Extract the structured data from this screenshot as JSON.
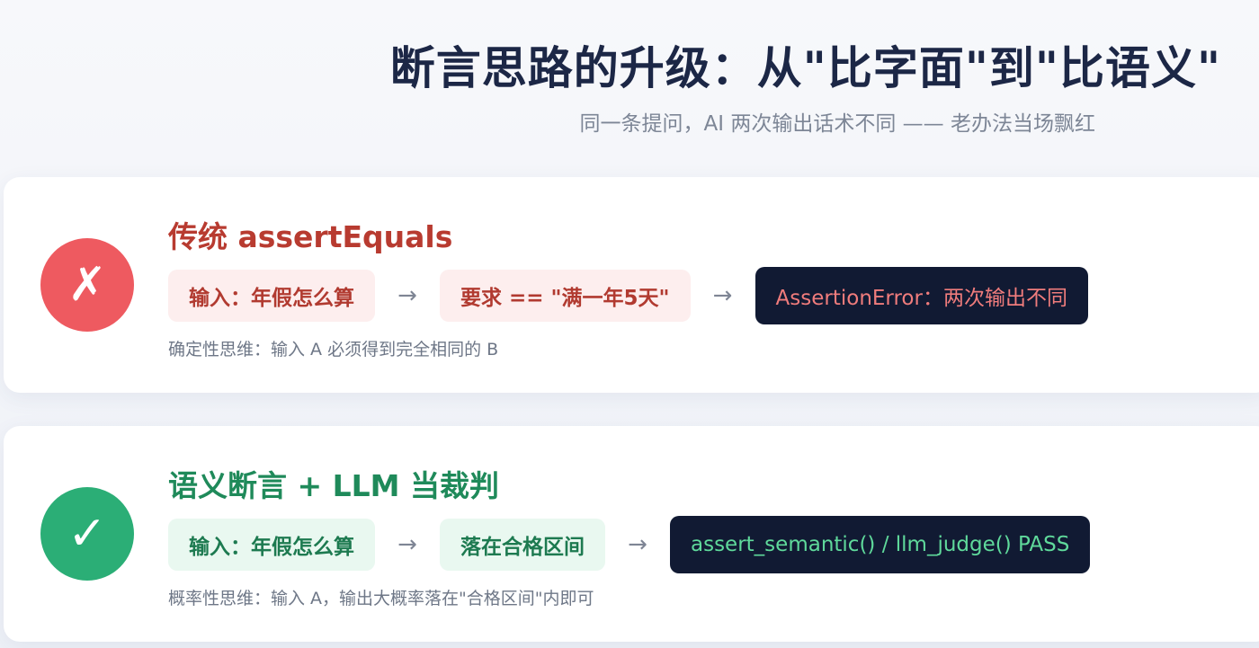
{
  "header": {
    "title": "断言思路的升级：从\"比字面\"到\"比语义\"",
    "subtitle": "同一条提问，AI 两次输出话术不同 —— 老办法当场飘红"
  },
  "traditional": {
    "status_symbol": "✗",
    "heading": "传统 assertEquals",
    "input_label": "输入：年假怎么算",
    "arrow": "→",
    "expectation_label": "要求 == \"满一年5天\"",
    "result_label": "AssertionError：两次输出不同",
    "note": "确定性思维：输入 A 必须得到完全相同的 B",
    "accent_color": "#ee5a60"
  },
  "semantic": {
    "status_symbol": "✓",
    "heading": "语义断言 + LLM 当裁判",
    "input_label": "输入：年假怎么算",
    "arrow": "→",
    "expectation_label": "落在合格区间",
    "result_label": "assert_semantic() / llm_judge() PASS",
    "note": "概率性思维：输入 A，输出大概率落在\"合格区间\"内即可",
    "accent_color": "#2bae76"
  }
}
